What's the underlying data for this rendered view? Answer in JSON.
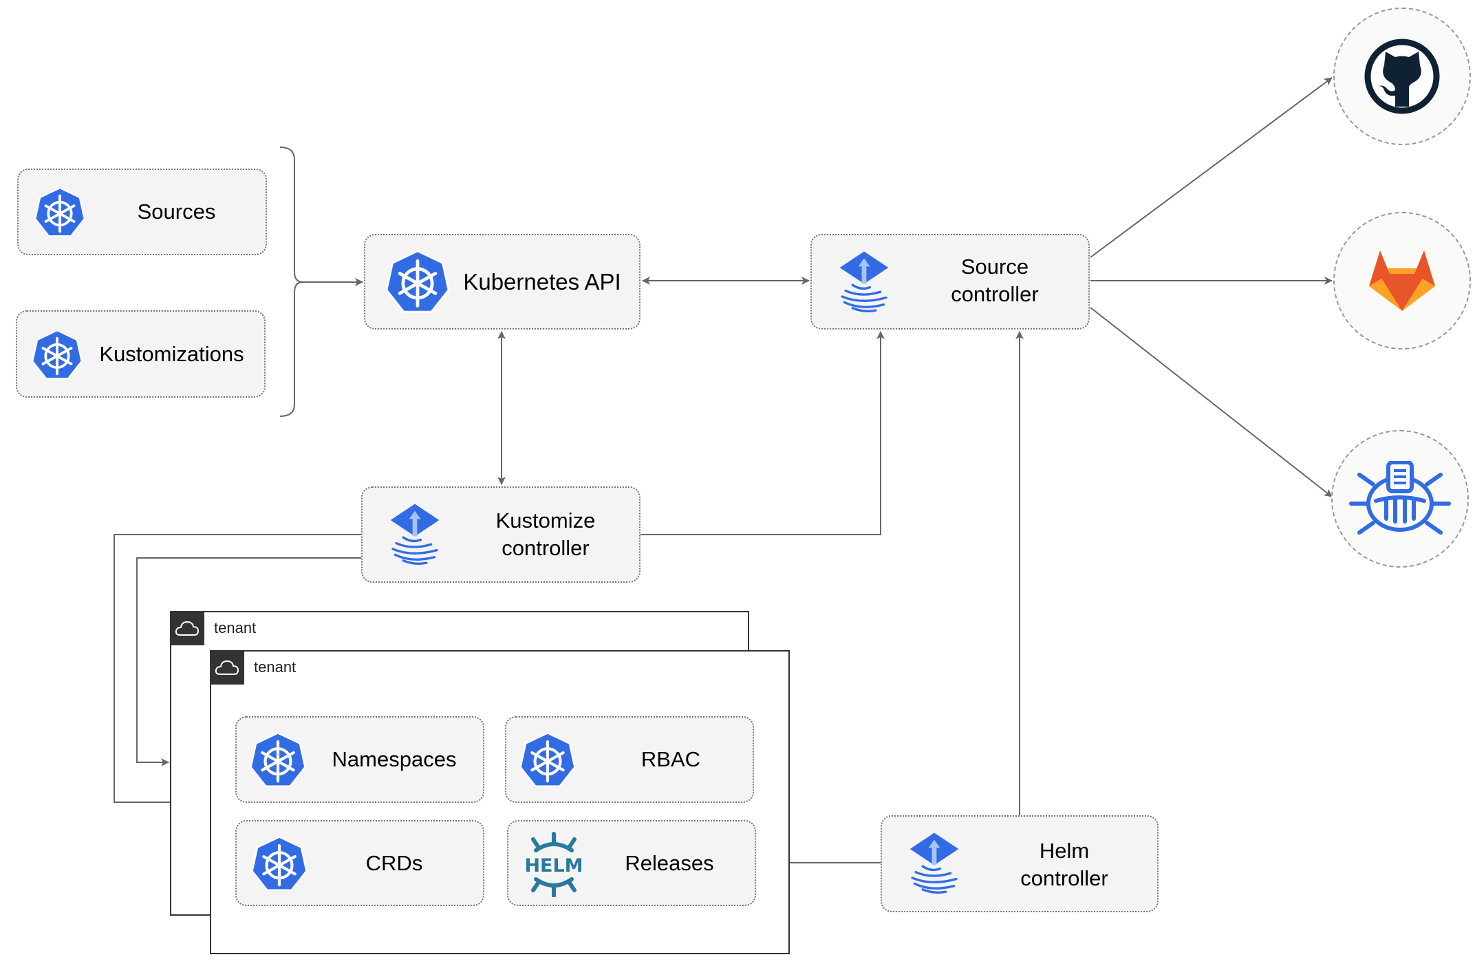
{
  "nodes": {
    "sources": "Sources",
    "kustomizations": "Kustomizations",
    "kubernetes_api": "Kubernetes API",
    "source_controller": [
      "Source",
      "controller"
    ],
    "kustomize_controller": [
      "Kustomize",
      "controller"
    ],
    "helm_controller": [
      "Helm",
      "controller"
    ],
    "namespaces": "Namespaces",
    "rbac": "RBAC",
    "crds": "CRDs",
    "releases": "Releases"
  },
  "tenants": [
    {
      "label": "tenant"
    },
    {
      "label": "tenant"
    }
  ],
  "helm_logo_text": "HELM",
  "external_sources": [
    "github-icon",
    "gitlab-icon",
    "bucket-icon"
  ],
  "colors": {
    "k8s_blue": "#326ce5",
    "box_fill": "#f4f4f4",
    "connector": "#666666",
    "helm": "#277a9f",
    "github": "#0f2233",
    "gitlab_red": "#e9552a",
    "gitlab_orange": "#fca326"
  }
}
